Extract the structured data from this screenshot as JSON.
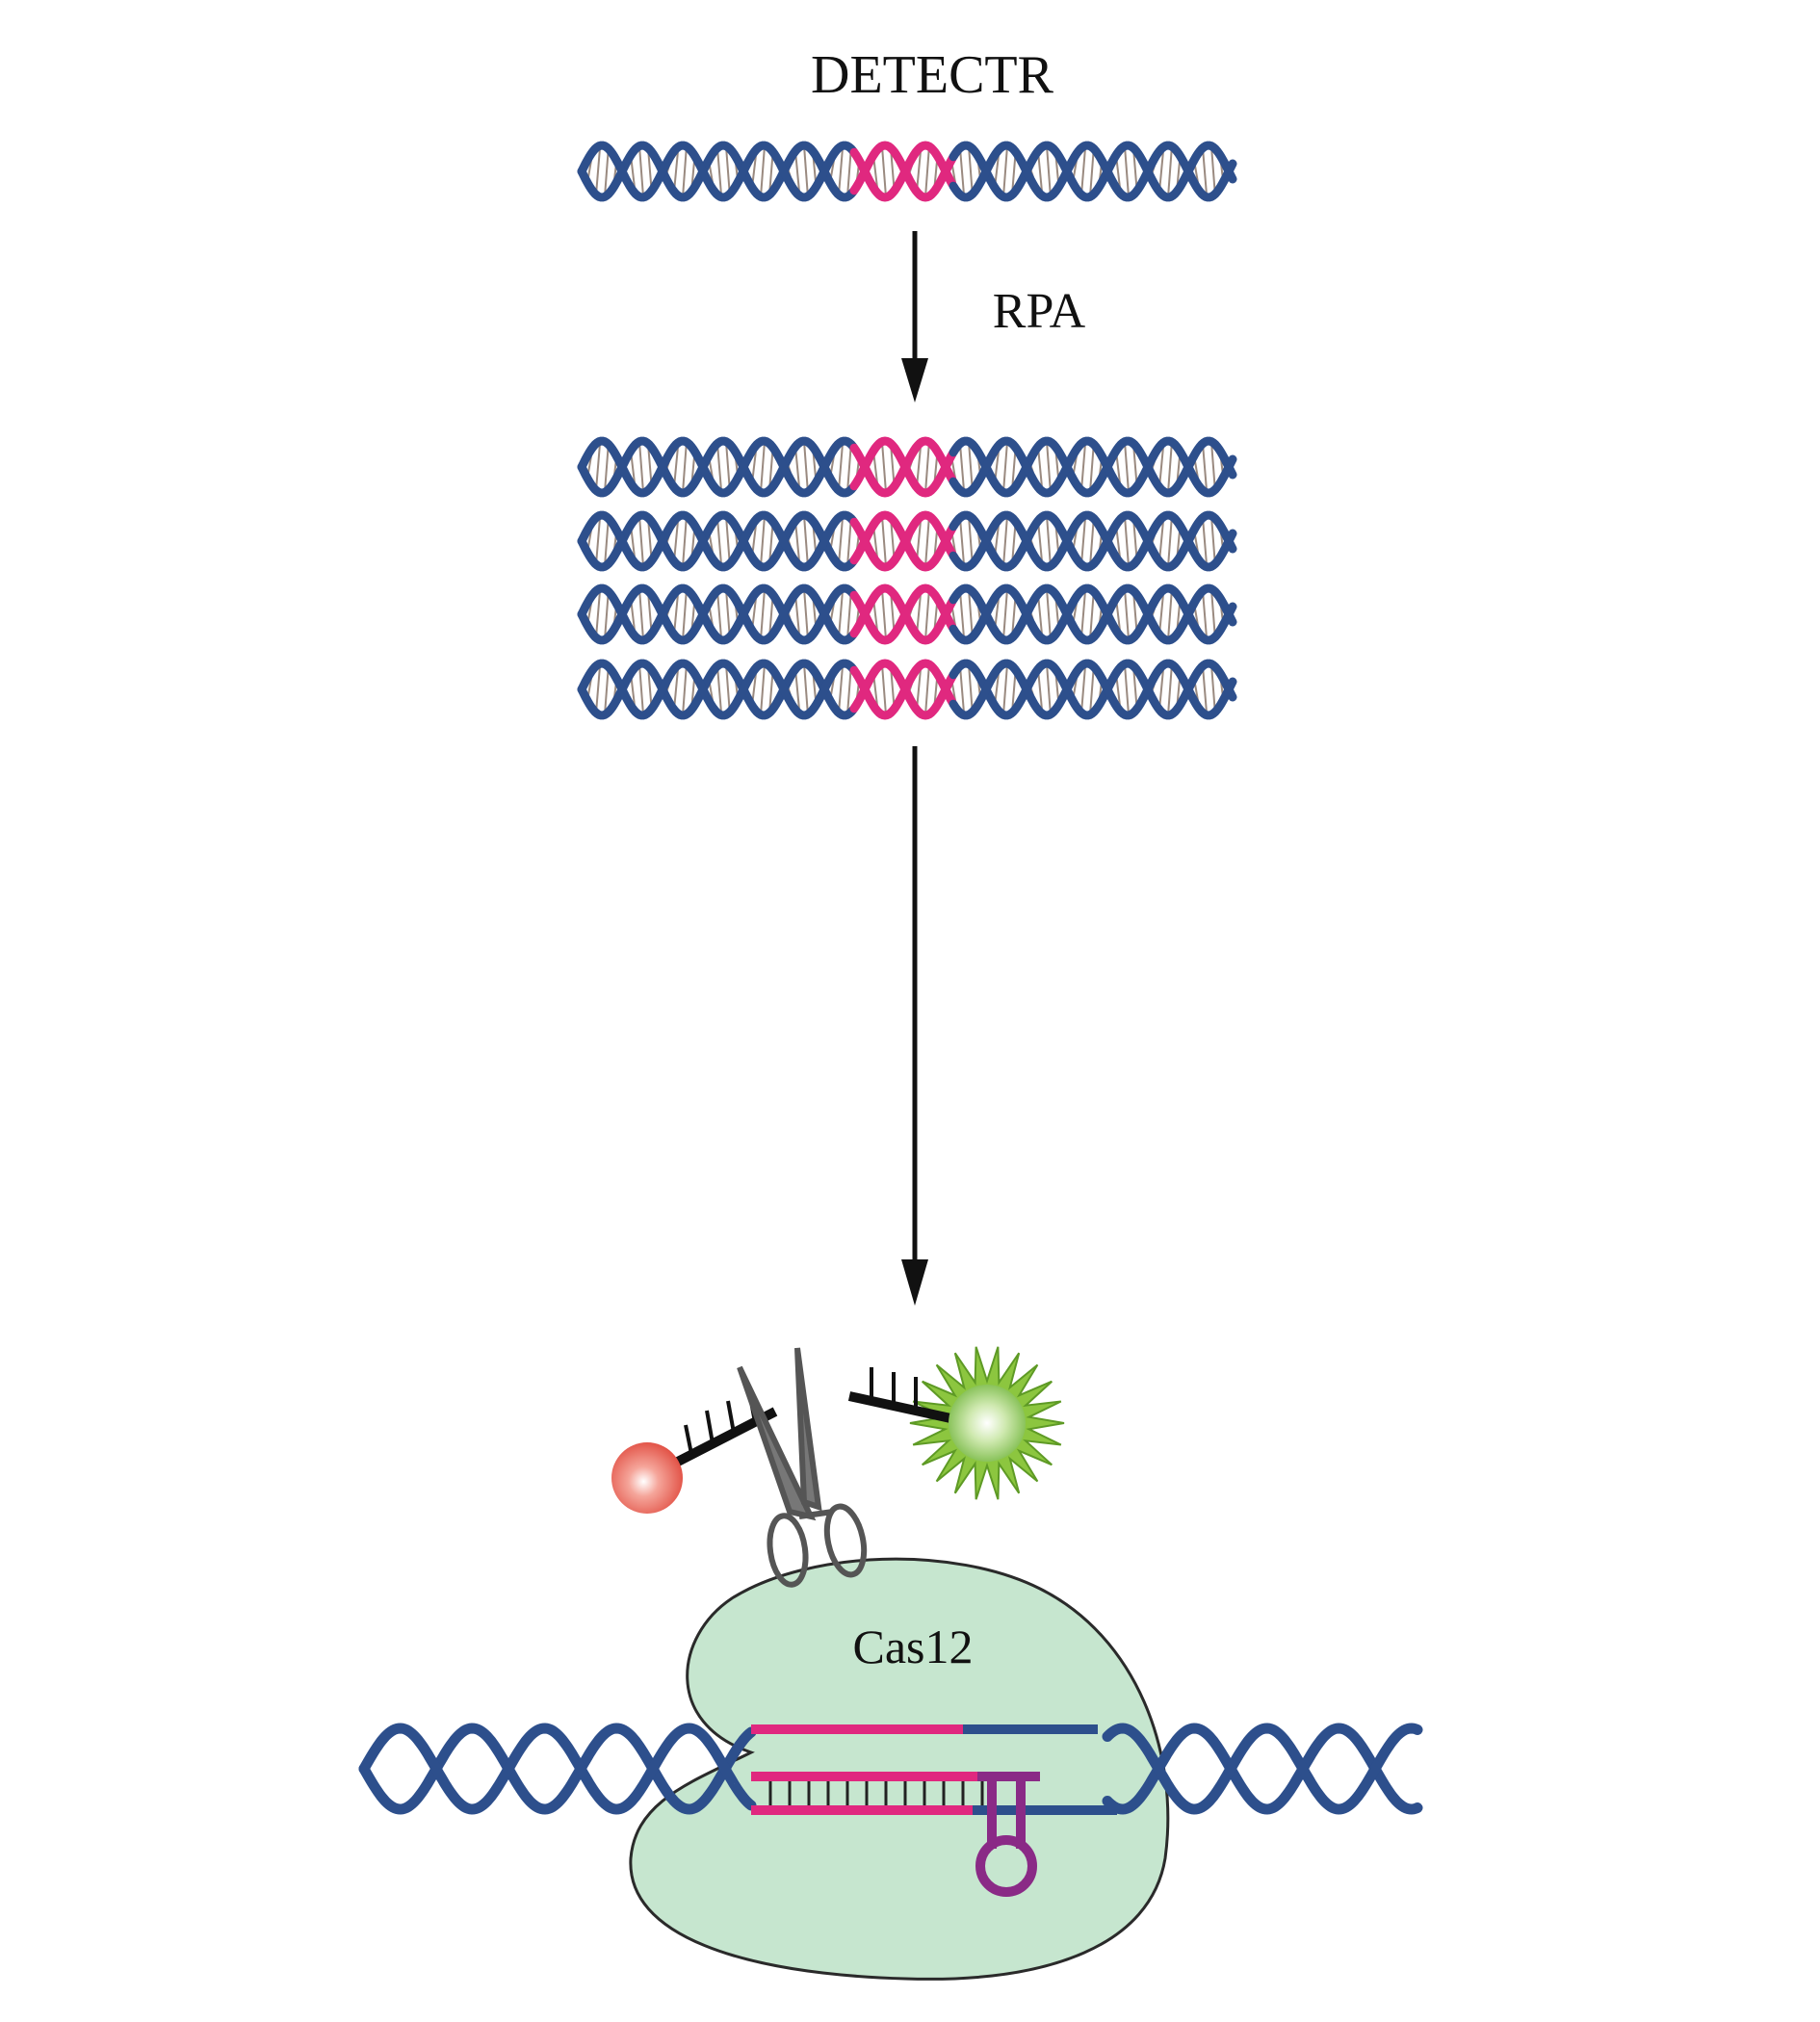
{
  "title": "DETECTR",
  "step_label": "RPA",
  "enzyme_label": "Cas12",
  "colors": {
    "dna_blue": "#2d4f8c",
    "target_pink": "#e0287f",
    "crrna_purple": "#8a2a86",
    "cas12_fill": "#c6e6cf",
    "quencher_red": "#e85a50",
    "fluor_green": "#8cc63f"
  },
  "amplified_copies": 4
}
